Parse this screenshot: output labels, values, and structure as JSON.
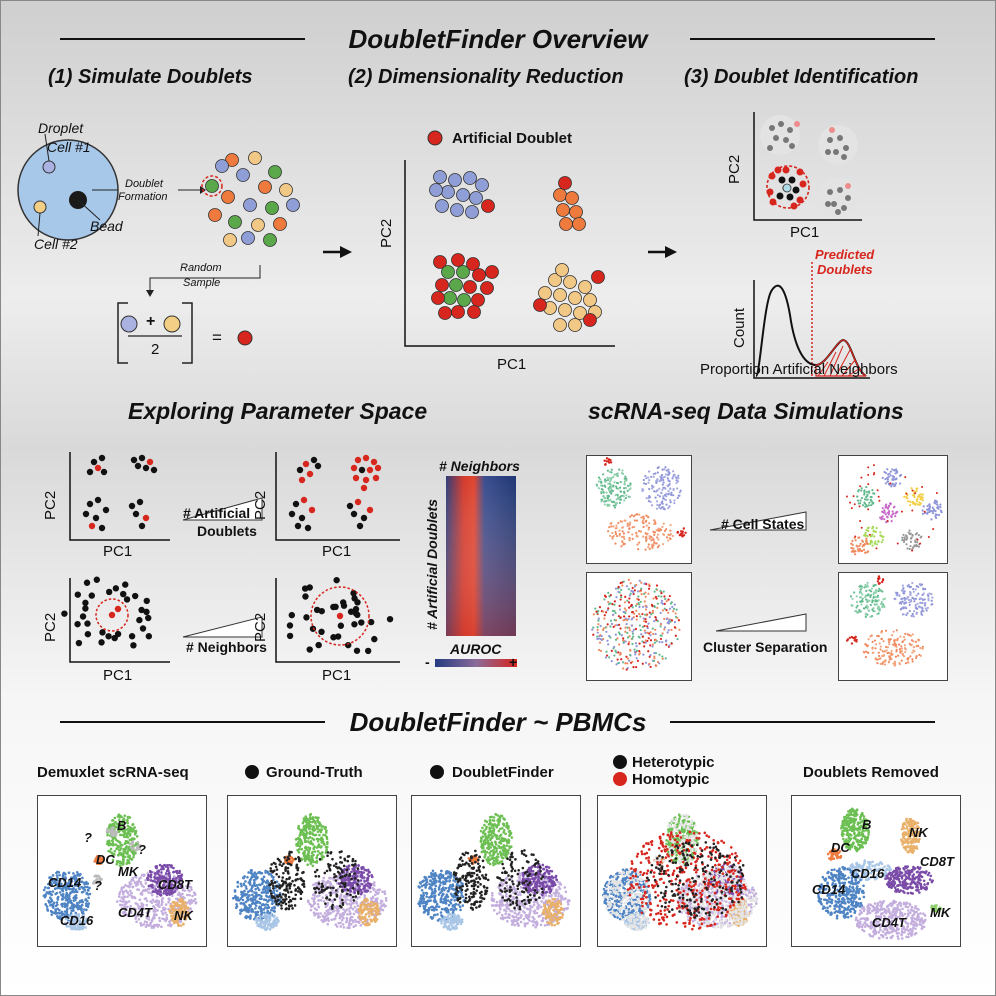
{
  "title": "DoubletFinder Overview",
  "steps": {
    "simulate": "(1) Simulate Doublets",
    "dimred": "(2) Dimensionality Reduction",
    "identify": "(3) Doublet Identification"
  },
  "simulate": {
    "droplet": "Droplet",
    "cell1": "Cell #1",
    "cell2": "Cell #2",
    "bead": "Bead",
    "formation_line1": "Doublet",
    "formation_line2": "Formation",
    "random_line1": "Random",
    "random_line2": "Sample",
    "plus": "+",
    "divisor": "2",
    "equals": "="
  },
  "dimred": {
    "legend": "Artificial Doublet",
    "xlabel": "PC1",
    "ylabel": "PC2"
  },
  "identify": {
    "xlabel": "PC1",
    "ylabel": "PC2",
    "hist_ylabel": "Count",
    "hist_xlabel": "Proportion Artificial Neighbors",
    "predicted_line1": "Predicted",
    "predicted_line2": "Doublets"
  },
  "param": {
    "title": "Exploring Parameter Space",
    "pc1": "PC1",
    "pc2": "PC2",
    "artificial_line1": "# Artificial",
    "artificial_line2": "Doublets",
    "neighbors": "# Neighbors",
    "heatmap_top": "# Neighbors",
    "heatmap_side": "# Artificial Doublets",
    "auroc": "AUROC",
    "minus": "-",
    "plus": "+"
  },
  "sim": {
    "title": "scRNA-seq Data Simulations",
    "cell_states": "# Cell States",
    "cluster_sep": "Cluster Separation"
  },
  "pbmc": {
    "title": "DoubletFinder ~ PBMCs",
    "panel1": "Demuxlet scRNA-seq",
    "panel2": "Ground-Truth",
    "panel3": "DoubletFinder",
    "panel4a": "Heterotypic",
    "panel4b": "Homotypic",
    "panel5": "Doublets Removed",
    "labels": {
      "b": "B",
      "q": "?",
      "dc": "DC",
      "mk": "MK",
      "cd14": "CD14",
      "cd8t": "CD8T",
      "cd16": "CD16",
      "cd4t": "CD4T",
      "nk": "NK"
    }
  },
  "colors": {
    "red": "#d7261e",
    "blue": "#8f9ed6",
    "orange": "#ee7a3e",
    "green": "#5aa84a",
    "tan": "#f1c886",
    "cd14": "#4f84c4",
    "cd4t": "#c3aede",
    "cd8t": "#7a4ba8",
    "b": "#6cbf52",
    "nk": "#e9b06a",
    "cd16": "#a9c6e6"
  }
}
